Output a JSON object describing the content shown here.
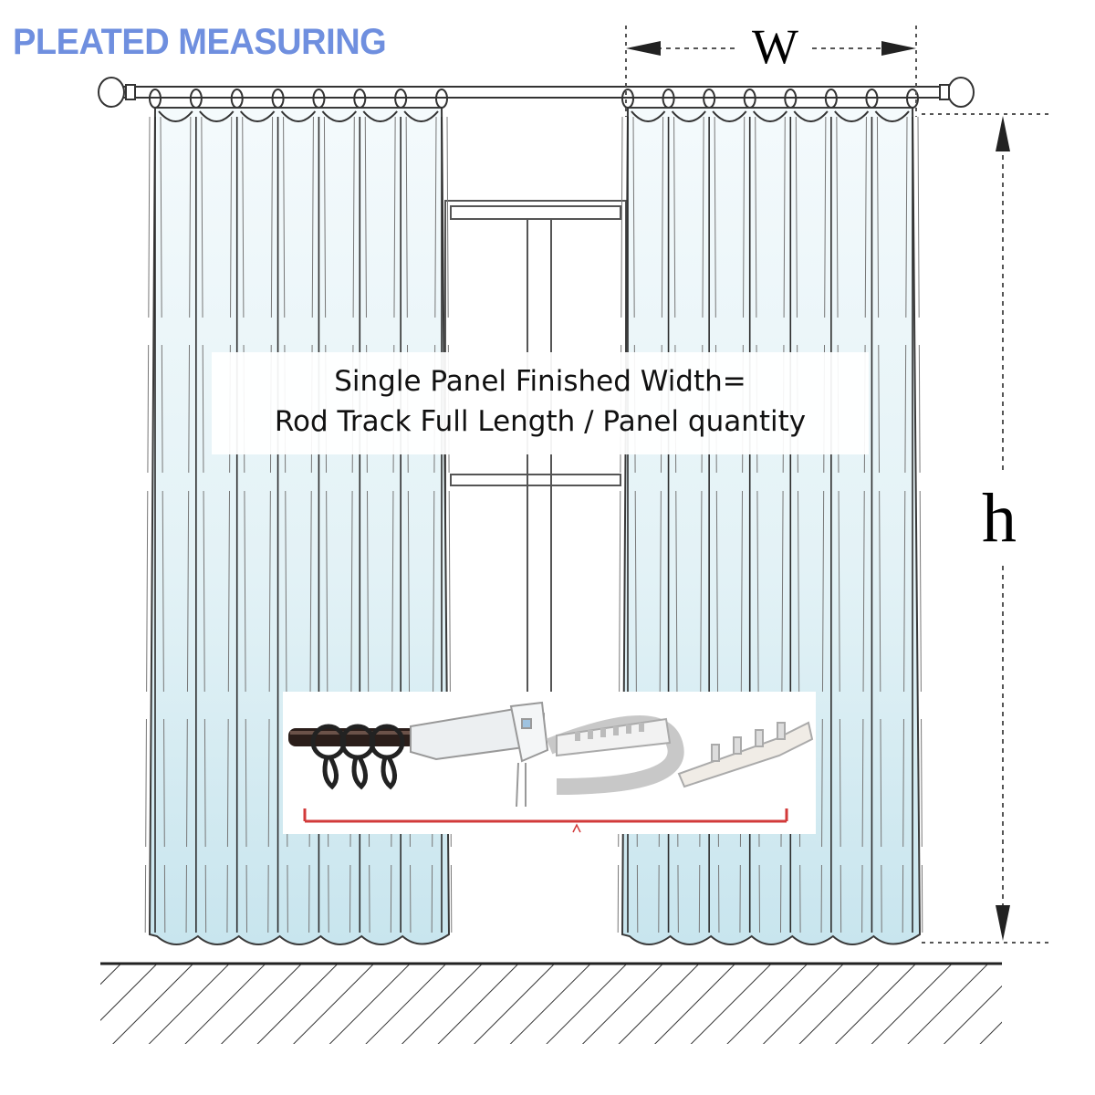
{
  "title": "PLEATED MEASURING",
  "labels": {
    "width_symbol": "W",
    "height_symbol": "h"
  },
  "formula": {
    "line1": "Single Panel Finished Width=",
    "line2": "Rod Track Full Length / Panel quantity"
  },
  "hardware_examples": [
    {
      "name": "rod-with-rings-icon"
    },
    {
      "name": "ceiling-track-icon"
    },
    {
      "name": "curved-track-icon"
    },
    {
      "name": "flexible-track-icon"
    }
  ],
  "colors": {
    "title": "#6f8fdf",
    "curtain_fill": "#dff0f5",
    "curtain_fill_bottom": "#c9e6ef",
    "outline": "#3a3a3a",
    "measure_line": "#555555",
    "span_marker": "#d23a3a"
  }
}
